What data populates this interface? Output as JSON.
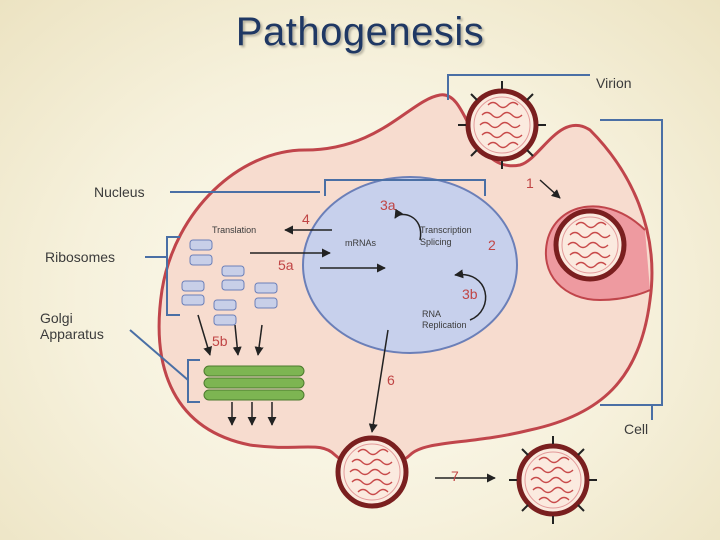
{
  "title": "Pathogenesis",
  "labels": {
    "virion": "Virion",
    "cell": "Cell",
    "nucleus": "Nucleus",
    "ribosomes": "Ribosomes",
    "golgi_line1": "Golgi",
    "golgi_line2": "Apparatus",
    "translation": "Translation",
    "mrnas": "mRNAs",
    "transcription": "Transcription",
    "splicing": "Splicing",
    "rna": "RNA",
    "replication": "Replication"
  },
  "steps": {
    "s1": "1",
    "s2": "2",
    "s3a": "3a",
    "s3b": "3b",
    "s4": "4",
    "s5a": "5a",
    "s5b": "5b",
    "s6": "6",
    "s7": "7"
  },
  "colors": {
    "title": "#1f3864",
    "cell_fill": "#f7dccf",
    "cell_stroke": "#c0454b",
    "nucleus_fill": "#c7d0ec",
    "bracket": "#4a6fa5",
    "step_text": "#c04545",
    "golgi": "#5f9b3c"
  }
}
